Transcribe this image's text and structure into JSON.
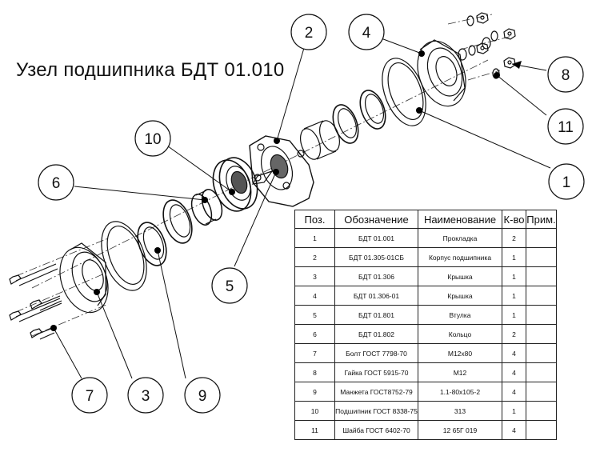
{
  "title": "Узел подшипника БДТ 01.010",
  "callouts": [
    "1",
    "2",
    "3",
    "4",
    "5",
    "6",
    "7",
    "8",
    "9",
    "10",
    "11"
  ],
  "table": {
    "headers": [
      "Поз.",
      "Обозначение",
      "Наименование",
      "К-во",
      "Прим."
    ],
    "rows": [
      [
        "1",
        "БДТ 01.001",
        "Прокладка",
        "2",
        ""
      ],
      [
        "2",
        "БДТ 01.305-01СБ",
        "Корпус подшипника",
        "1",
        ""
      ],
      [
        "3",
        "БДТ 01.306",
        "Крышка",
        "1",
        ""
      ],
      [
        "4",
        "БДТ 01.306-01",
        "Крышка",
        "1",
        ""
      ],
      [
        "5",
        "БДТ 01.801",
        "Втулка",
        "1",
        ""
      ],
      [
        "6",
        "БДТ 01.802",
        "Кольцо",
        "2",
        ""
      ],
      [
        "7",
        "Болт ГОСТ 7798-70",
        "М12х80",
        "4",
        ""
      ],
      [
        "8",
        "Гайка ГОСТ 5915-70",
        "М12",
        "4",
        ""
      ],
      [
        "9",
        "Манжета ГОСТ8752-79",
        "1.1-80х105-2",
        "4",
        ""
      ],
      [
        "10",
        "Подшипник ГОСТ 8338-75",
        "313",
        "1",
        ""
      ],
      [
        "11",
        "Шайба ГОСТ 6402-70",
        "12 65Г 019",
        "4",
        ""
      ]
    ]
  }
}
